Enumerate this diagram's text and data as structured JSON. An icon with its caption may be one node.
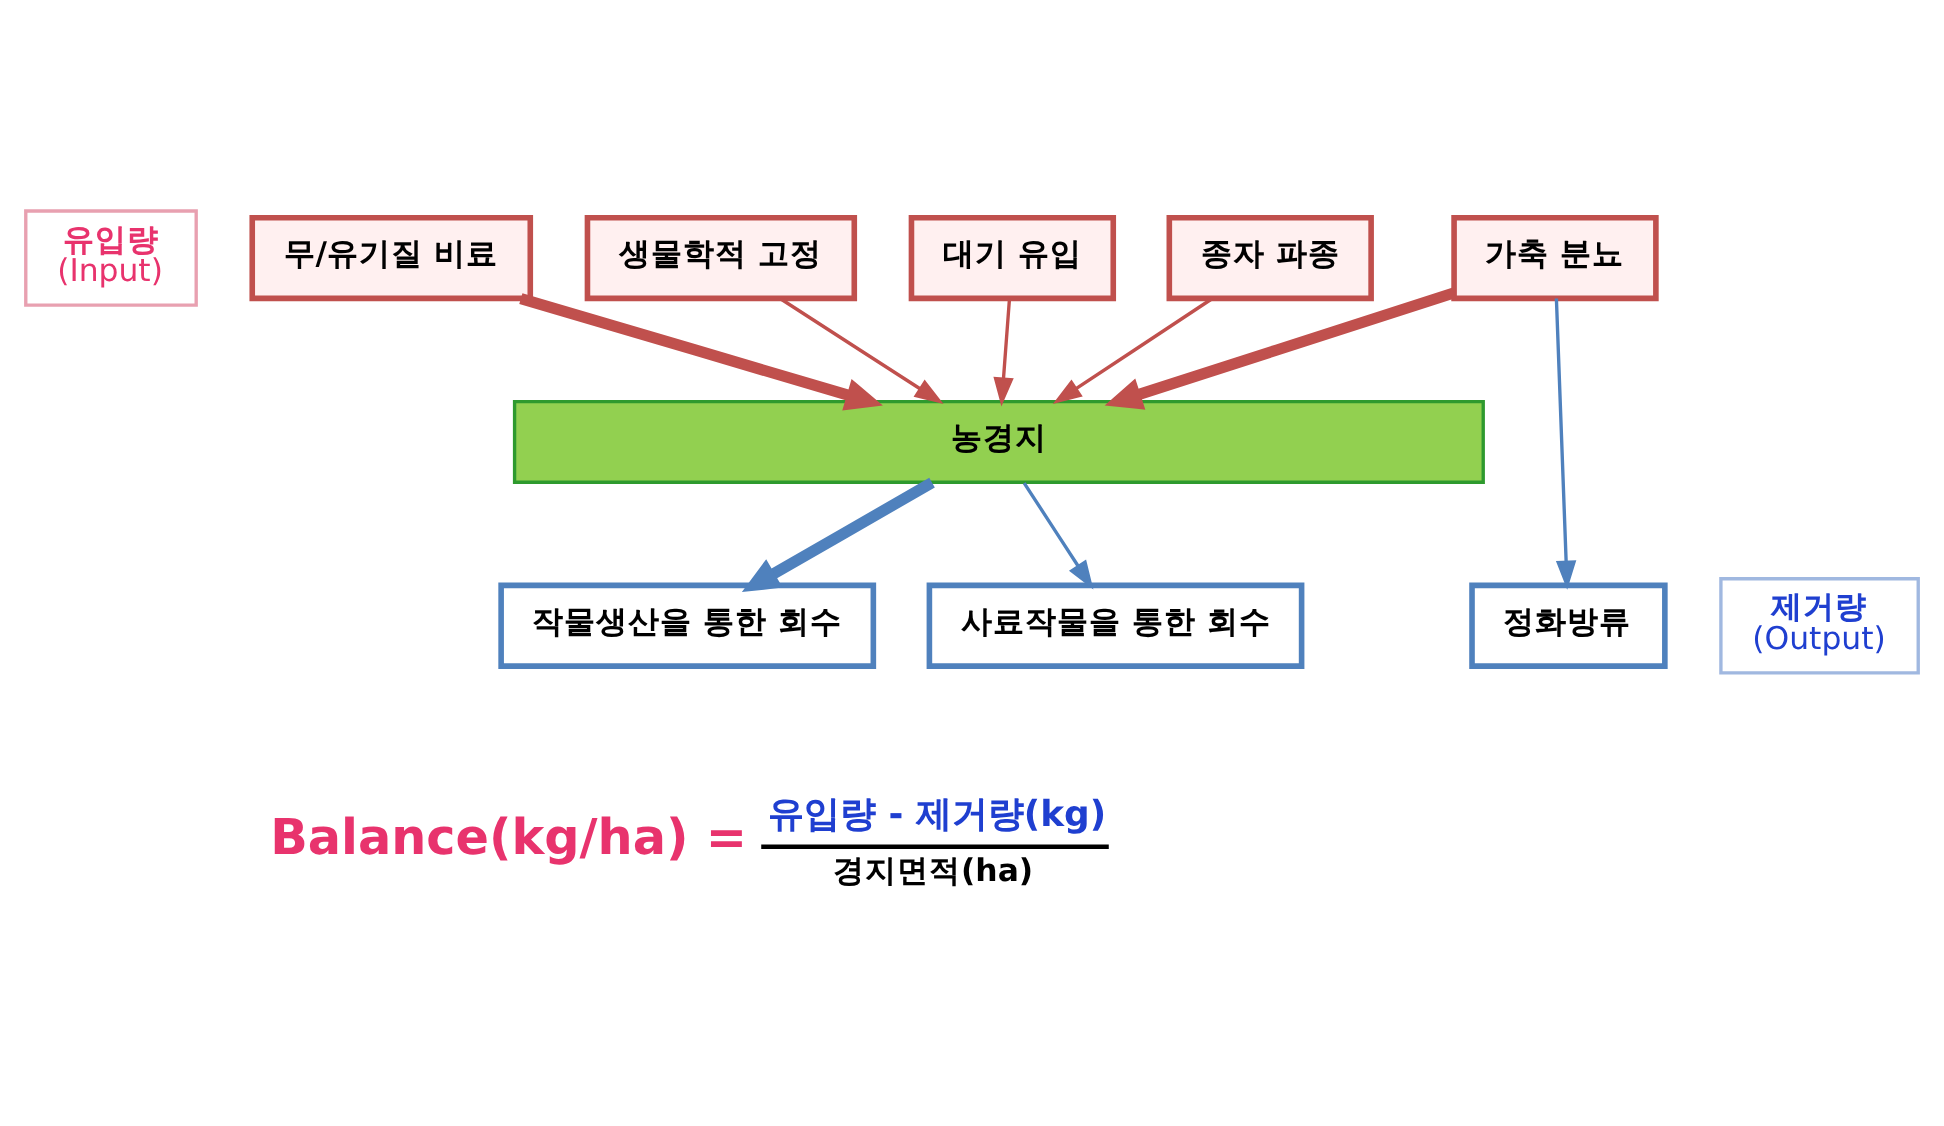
{
  "diagram": {
    "nodes": [
      {
        "text": [
          "유입량",
          "(Input)"
        ]
      },
      {
        "text": [
          "무/유기질 비료"
        ]
      },
      {
        "text": [
          "가축 분뇨"
        ]
      },
      {
        "text": [
          "생물학적 고정"
        ]
      },
      {
        "text": [
          "대기 유입"
        ]
      },
      {
        "text": [
          "종자 파종"
        ]
      },
      {
        "text": [
          "농경지"
        ]
      },
      {
        "text": [
          "제거량",
          "(Output)"
        ]
      },
      {
        "text": [
          "작물생산을 통한 회수"
        ]
      },
      {
        "text": [
          "사료작물을 통한 회수"
        ]
      },
      {
        "text": [
          "정화방류"
        ]
      }
    ],
    "edges": [
      {
        "from": 1,
        "to": 6,
        "arrow": "to",
        "style": "thick"
      },
      {
        "from": 2,
        "to": 6,
        "arrow": "to",
        "style": "thick"
      },
      {
        "from": 3,
        "to": 6,
        "arrow": "to"
      },
      {
        "from": 4,
        "to": 6,
        "arrow": "to"
      },
      {
        "from": 5,
        "to": 6,
        "arrow": "to"
      },
      {
        "from": 6,
        "to": 8,
        "arrow": "to",
        "style": "thick",
        "color": "#4f81bd"
      },
      {
        "from": 6,
        "to": 9,
        "arrow": "to",
        "color": "#4f81bd"
      },
      {
        "from": 2,
        "to": 10,
        "arrow": "to",
        "color": "#4f81bd"
      }
    ],
    "labels": [
      "Balance(kg/ha) =",
      "유입량 - 제거량(kg)",
      "경지면적(ha)"
    ]
  }
}
